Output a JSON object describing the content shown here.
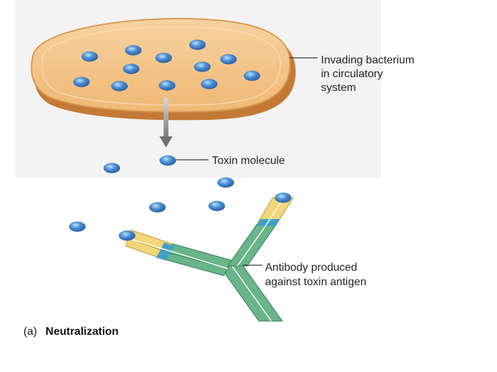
{
  "labels": {
    "bacterium": [
      "Invading bacterium",
      "in circulatory",
      "system"
    ],
    "toxin": "Toxin molecule",
    "antibody": [
      "Antibody produced",
      "against toxin antigen"
    ]
  },
  "caption": {
    "part": "(a)",
    "title": "Neutralization"
  },
  "colors": {
    "cell_fill": "#f2c283",
    "cell_edge": "#d38d3f",
    "cell_shadow": "#c9813e",
    "molecule": "#4a8ed4",
    "molecule_edge": "#2a5f9c",
    "antibody_green": "#6ab48a",
    "antibody_yellow": "#f2d679",
    "antibody_blue": "#3fa0c8",
    "arrow": "#8c8c8c"
  }
}
